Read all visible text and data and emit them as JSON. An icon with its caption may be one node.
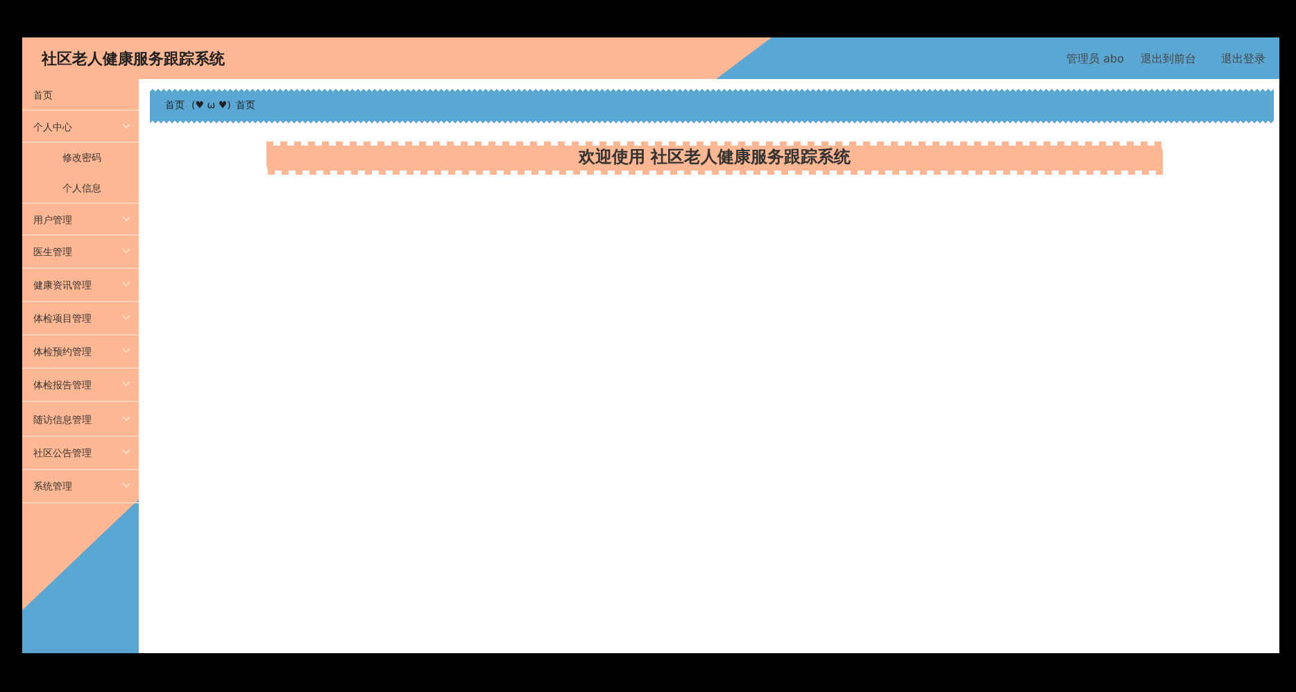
{
  "diagram": {
    "nodes": [
      {
        "text": [
          "社区老人健康服务跟踪系统",
          "管理员 abo",
          "退出到前台",
          "退出登录"
        ]
      },
      {
        "text": [],
        "shape": "bar"
      },
      {
        "text": [
          "首页"
        ],
        "in": 1
      },
      {
        "text": [
          "个人中心"
        ],
        "in": 1
      },
      {
        "text": [
          "修改密码"
        ],
        "in": 1
      },
      {
        "text": [
          "个人信息"
        ],
        "in": 1
      },
      {
        "text": [
          "用户管理"
        ],
        "in": 1
      },
      {
        "text": [
          "医生管理"
        ],
        "in": 1
      },
      {
        "text": [
          "健康资讯管理"
        ],
        "in": 1
      },
      {
        "text": [
          "体检项目管理"
        ],
        "in": 1
      },
      {
        "text": [
          "体检预约管理"
        ],
        "in": 1
      },
      {
        "text": [
          "体检报告管理"
        ],
        "in": 1
      },
      {
        "text": [
          "随访信息管理"
        ],
        "in": 1
      },
      {
        "text": [
          "社区公告管理"
        ],
        "in": 1
      },
      {
        "text": [
          "系统管理"
        ],
        "in": 1
      },
      {
        "text": [
          "首页",
          "(♥ ω ♥)",
          "首页"
        ]
      },
      {
        "text": [
          "欢迎使用 社区老人健康服务跟踪系统"
        ]
      }
    ],
    "edges": []
  }
}
